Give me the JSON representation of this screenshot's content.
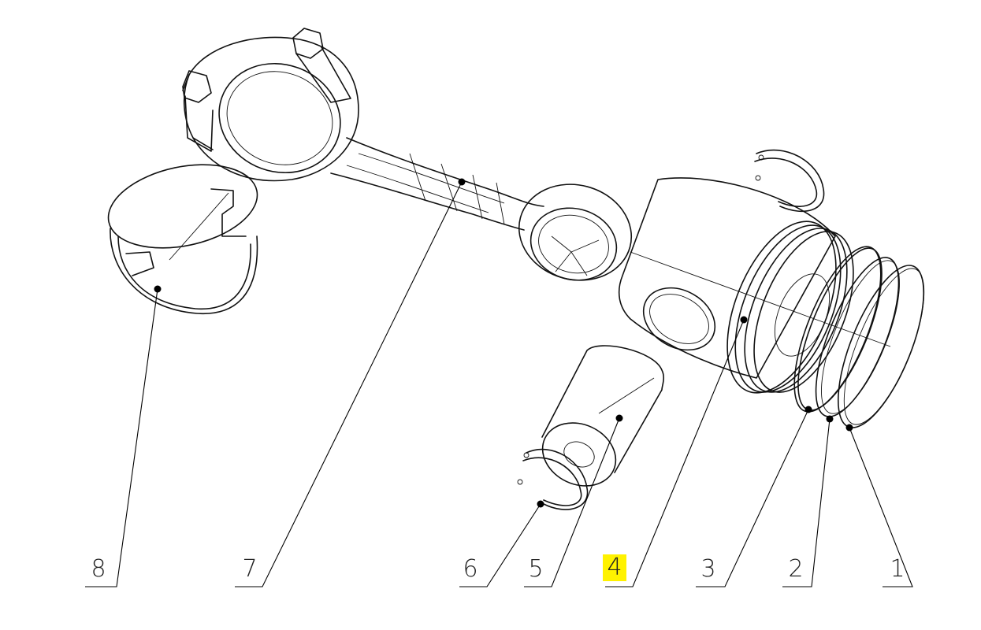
{
  "callouts": [
    {
      "label": "1",
      "highlighted": false
    },
    {
      "label": "2",
      "highlighted": false
    },
    {
      "label": "3",
      "highlighted": false
    },
    {
      "label": "4",
      "highlighted": true
    },
    {
      "label": "5",
      "highlighted": false
    },
    {
      "label": "6",
      "highlighted": false
    },
    {
      "label": "7",
      "highlighted": false
    },
    {
      "label": "8",
      "highlighted": false
    }
  ],
  "colors": {
    "highlight": "#fff200",
    "line": "#111111"
  }
}
